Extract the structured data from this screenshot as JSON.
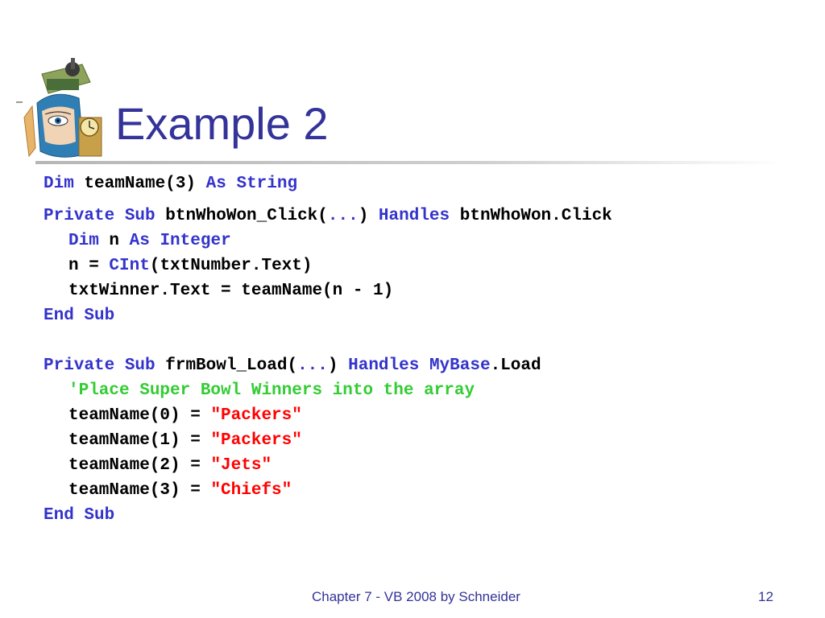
{
  "slide": {
    "title": "Example 2",
    "footer": "Chapter 7 - VB 2008 by Schneider",
    "page_number": "12"
  },
  "code": {
    "l1": [
      "Dim",
      " teamName(3) ",
      "As",
      " ",
      "String"
    ],
    "l2": [
      "Private",
      " ",
      "Sub",
      " btnWhoWon_Click(",
      "...",
      ") ",
      "Handles",
      " btnWhoWon.Click"
    ],
    "l3": [
      "Dim",
      " n ",
      "As",
      " ",
      "Integer"
    ],
    "l4": [
      "n = ",
      "CInt",
      "(txtNumber.Text)"
    ],
    "l5": [
      "txtWinner.Text = teamName(n - 1)"
    ],
    "l6": [
      "End",
      " ",
      "Sub"
    ],
    "l7": [
      "Private",
      " ",
      "Sub",
      " frmBowl_Load(",
      "...",
      ") ",
      "Handles",
      " ",
      "MyBase",
      ".Load"
    ],
    "l8": [
      "'Place Super Bowl Winners into the array"
    ],
    "l9": [
      "teamName(0) = ",
      "\"Packers\""
    ],
    "l10": [
      "teamName(1) = ",
      "\"Packers\""
    ],
    "l11": [
      "teamName(2) = ",
      "\"Jets\""
    ],
    "l12": [
      "teamName(3) = ",
      "\"Chiefs\""
    ],
    "l13": [
      "End",
      " ",
      "Sub"
    ]
  },
  "colors": {
    "title": "#333399",
    "keyword": "#3333cc",
    "string": "#ff0000",
    "comment": "#33cc33",
    "code_text": "#000000"
  },
  "logo": {
    "icon": "computer-collage-logo-icon"
  }
}
